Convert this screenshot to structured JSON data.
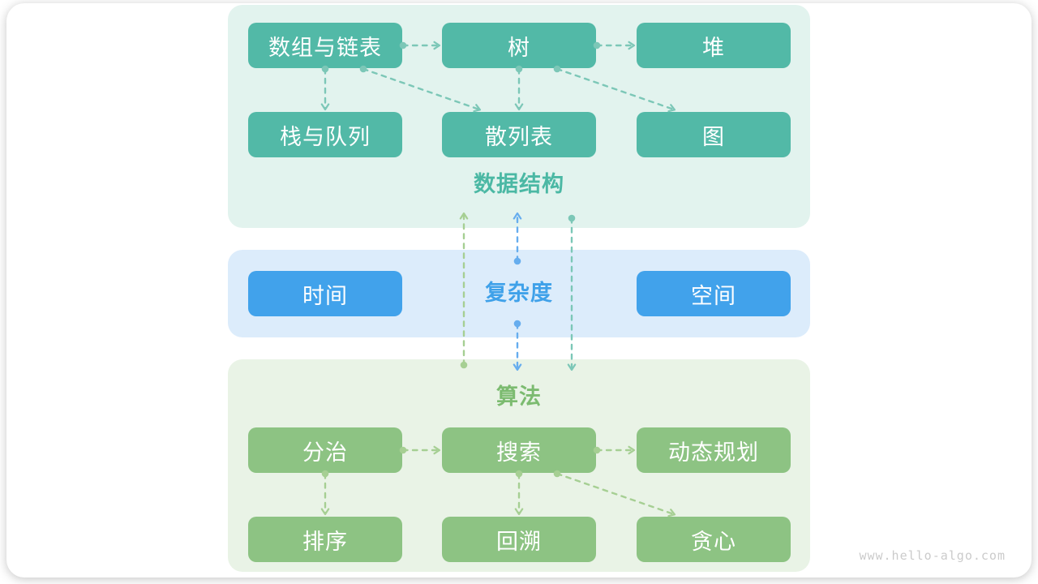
{
  "watermark": "www.hello-algo.com",
  "colors": {
    "box_teal": "#52b9a7",
    "box_blue": "#41a2eb",
    "box_green": "#8dc383",
    "bg_teal": "#e2f3ee",
    "bg_blue": "#dcecfb",
    "bg_green": "#e9f3e6",
    "label_teal": "#4bb8a4",
    "label_blue": "#3fa1e9",
    "label_green": "#7cbb70",
    "arrow_teal": "#7cc7b7",
    "arrow_green": "#a6cf93",
    "arrow_blue": "#66adee",
    "box_text": "#ffffff",
    "watermark": "#cbcbcb"
  },
  "sections": {
    "data_structures": {
      "label": "数据结构",
      "nodes": {
        "array_list": "数组与链表",
        "tree": "树",
        "heap": "堆",
        "stack_queue": "栈与队列",
        "hash": "散列表",
        "graph": "图"
      }
    },
    "complexity": {
      "label": "复杂度",
      "nodes": {
        "time": "时间",
        "space": "空间"
      }
    },
    "algorithms": {
      "label": "算法",
      "nodes": {
        "divide": "分治",
        "search": "搜索",
        "dp": "动态规划",
        "sort": "排序",
        "backtrack": "回溯",
        "greedy": "贪心"
      }
    }
  },
  "edges": [
    {
      "from": "array_list",
      "to": "tree",
      "type": "h",
      "color": "teal"
    },
    {
      "from": "tree",
      "to": "heap",
      "type": "h",
      "color": "teal"
    },
    {
      "from": "array_list",
      "to": "stack_queue",
      "type": "v",
      "color": "teal"
    },
    {
      "from": "array_list",
      "to": "hash",
      "type": "d",
      "color": "teal"
    },
    {
      "from": "tree",
      "to": "hash",
      "type": "v",
      "color": "teal"
    },
    {
      "from": "tree",
      "to": "graph",
      "type": "d",
      "color": "teal"
    },
    {
      "from": "divide",
      "to": "search",
      "type": "h",
      "color": "green"
    },
    {
      "from": "search",
      "to": "dp",
      "type": "h",
      "color": "green"
    },
    {
      "from": "divide",
      "to": "sort",
      "type": "v",
      "color": "green"
    },
    {
      "from": "search",
      "to": "backtrack",
      "type": "v",
      "color": "green"
    },
    {
      "from": "search",
      "to": "greedy",
      "type": "d",
      "color": "green"
    },
    {
      "from": "algorithms",
      "to": "data_structures",
      "type": "lane",
      "color": "green"
    },
    {
      "from": "complexity",
      "to": "data_structures",
      "type": "lane",
      "color": "blue"
    },
    {
      "from": "complexity",
      "to": "algorithms",
      "type": "lane",
      "color": "blue"
    },
    {
      "from": "data_structures",
      "to": "algorithms",
      "type": "lane",
      "color": "teal"
    }
  ]
}
